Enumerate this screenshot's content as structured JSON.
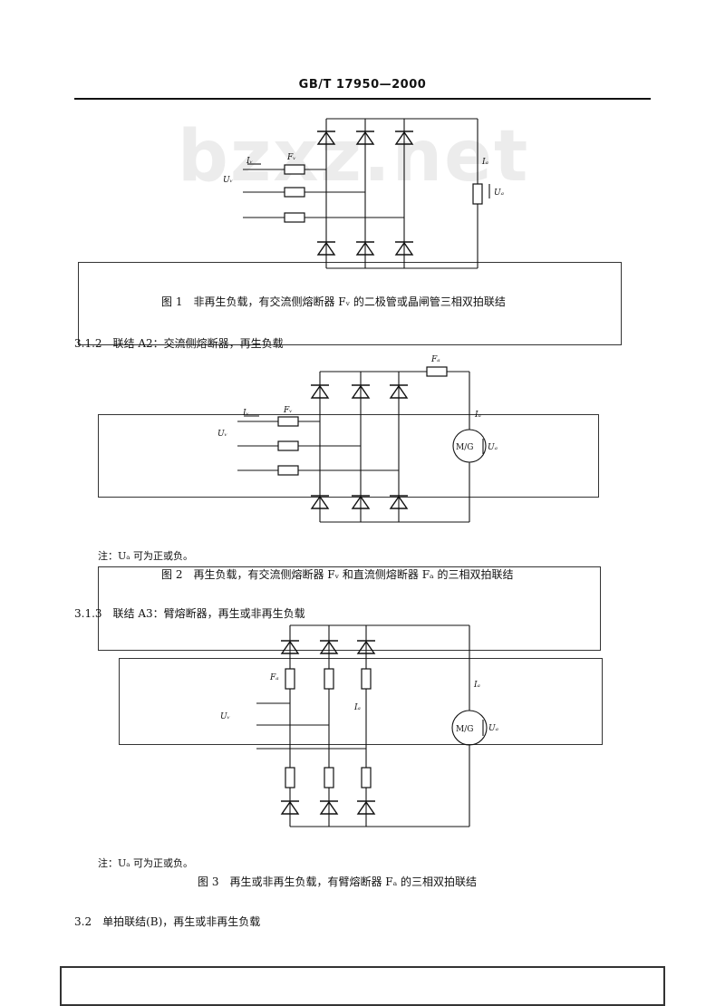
{
  "header": {
    "standard_no": "GB/T 17950—2000"
  },
  "watermark": "bzxz.net",
  "figure1": {
    "caption": "图 1　非再生负载，有交流侧熔断器 Fᵥ 的二极管或晶闸管三相双拍联结",
    "labels": {
      "iv": "Iᵥ",
      "fv": "Fᵥ",
      "uv": "Uᵥ",
      "id": "Iₐ",
      "ud": "Uₐ"
    }
  },
  "section_312": {
    "text": "3.1.2　联结 A2：交流侧熔断器，再生负载"
  },
  "figure2": {
    "note": "注：Uₐ 可为正或负。",
    "caption": "图 2　再生负载，有交流侧熔断器 Fᵥ 和直流侧熔断器 Fₐ 的三相双拍联结",
    "labels": {
      "fd": "Fₐ",
      "iv": "Iᵥ",
      "fv": "Fᵥ",
      "uv": "Uᵥ",
      "id": "Iₐ",
      "mg": "M/G",
      "ud": "Uₐ"
    }
  },
  "section_313": {
    "text": "3.1.3　联结 A3：臂熔断器，再生或非再生负载"
  },
  "figure3": {
    "note": "注：Uₐ 可为正或负。",
    "caption": "图 3　再生或非再生负载，有臂熔断器 Fₐ 的三相双拍联结",
    "labels": {
      "fa": "Fₐ",
      "ia": "Iₐ",
      "id": "Iₐ",
      "uv": "Uᵥ",
      "mg": "M/G",
      "ud": "Uₐ"
    }
  },
  "section_32": {
    "text": "3.2　单拍联结(B)，再生或非再生负载"
  }
}
